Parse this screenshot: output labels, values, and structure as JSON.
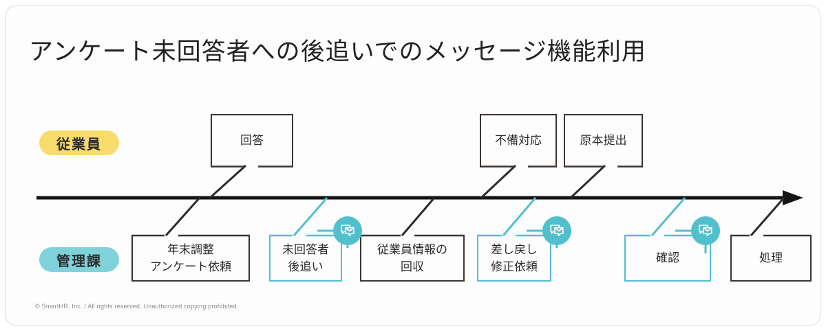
{
  "card": {
    "title": "アンケート未回答者への後追いでのメッセージ機能利用",
    "footer": "© SmartHR, Inc. / All rights reserved. Unauthorized copying prohibited."
  },
  "colors": {
    "accent_teal": "#52bfcd",
    "lane_employee": "#f7dc6b",
    "lane_admin": "#7fd2da",
    "dark_stroke": "#3b3532",
    "timeline": "#141414"
  },
  "lanes": [
    {
      "key": "employee",
      "label": "従業員"
    },
    {
      "key": "admin",
      "label": "管理課"
    }
  ],
  "timeline": {
    "arrow_label": "timeline-arrow"
  },
  "nodes": {
    "employee": [
      {
        "label": "回答",
        "style": "dark"
      },
      {
        "label": "不備対応",
        "style": "dark"
      },
      {
        "label": "原本提出",
        "style": "dark"
      }
    ],
    "admin": [
      {
        "label": "年末調整\nアンケート依頼",
        "style": "dark",
        "badge": false
      },
      {
        "label": "未回答者\n後追い",
        "style": "teal",
        "badge": true
      },
      {
        "label": "従業員情報の\n回収",
        "style": "dark",
        "badge": false
      },
      {
        "label": "差し戻し\n修正依頼",
        "style": "teal",
        "badge": true
      },
      {
        "label": "確認",
        "style": "teal",
        "badge": true
      },
      {
        "label": "処理",
        "style": "dark",
        "badge": false
      }
    ]
  },
  "icons": {
    "message": "message-icon"
  }
}
